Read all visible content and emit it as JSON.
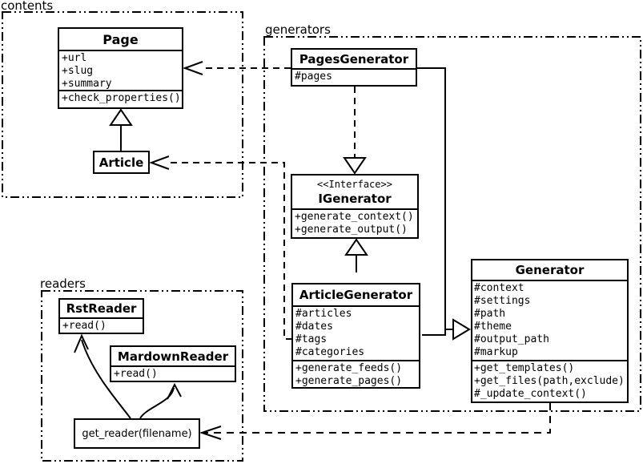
{
  "diagram": {
    "background_color": "#ffffff",
    "line_color": "#000000"
  },
  "packages": {
    "contents": {
      "label": "contents"
    },
    "generators": {
      "label": "generators"
    },
    "readers": {
      "label": "readers"
    }
  },
  "classes": {
    "page": {
      "title": "Page",
      "attributes": [
        "+url",
        "+slug",
        "+summary"
      ],
      "methods": [
        "+check_properties()"
      ]
    },
    "article": {
      "title": "Article"
    },
    "pages_generator": {
      "title": "PagesGenerator",
      "attributes": [
        "#pages"
      ]
    },
    "igenerator": {
      "stereotype": "<<Interface>>",
      "title": "IGenerator",
      "methods": [
        "+generate_context()",
        "+generate_output()"
      ]
    },
    "article_generator": {
      "title": "ArticleGenerator",
      "attributes": [
        "#articles",
        "#dates",
        "#tags",
        "#categories"
      ],
      "methods": [
        "+generate_feeds()",
        "+generate_pages()"
      ]
    },
    "generator": {
      "title": "Generator",
      "attributes": [
        "#context",
        "#settings",
        "#path",
        "#theme",
        "#output_path",
        "#markup"
      ],
      "methods": [
        "+get_templates()",
        "+get_files(path,exclude)",
        "#_update_context()"
      ]
    },
    "rst_reader": {
      "title": "RstReader",
      "methods": [
        "+read()"
      ]
    },
    "mardown_reader": {
      "title": "MardownReader",
      "methods": [
        "+read()"
      ]
    },
    "get_reader": {
      "label": "get_reader(filename)"
    }
  }
}
